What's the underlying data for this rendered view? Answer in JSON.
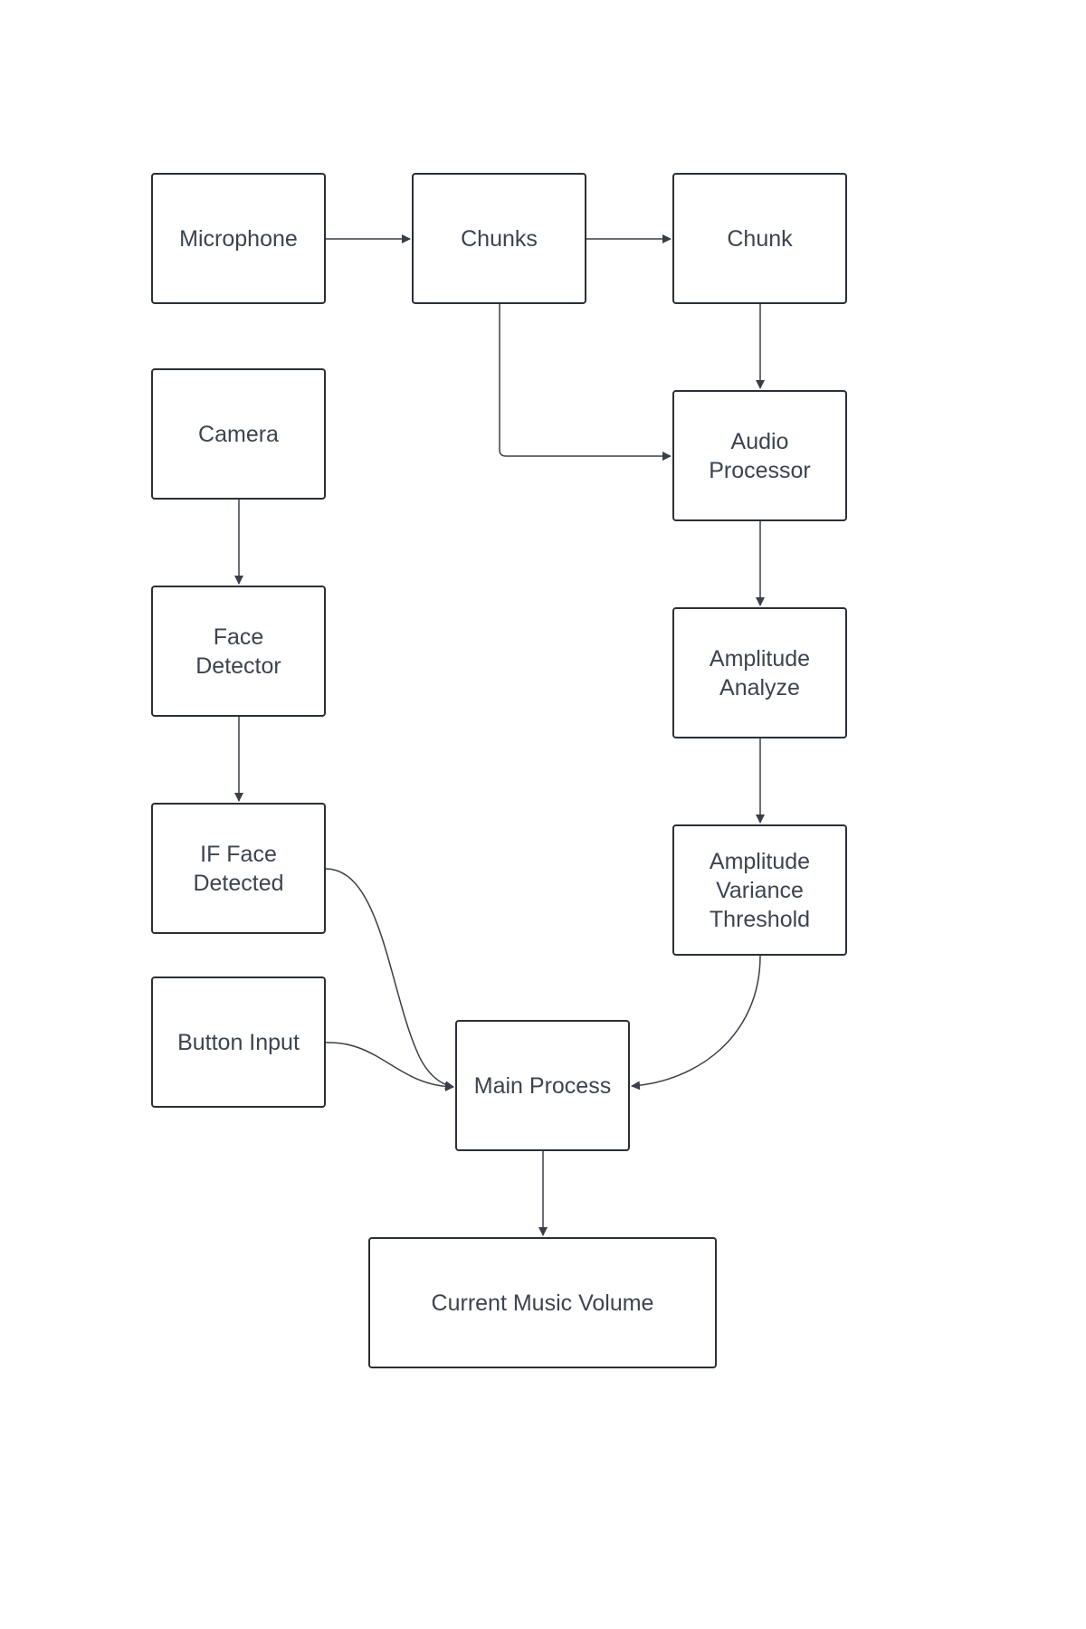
{
  "diagram": {
    "nodes": {
      "microphone": "Microphone",
      "chunks": "Chunks",
      "chunk": "Chunk",
      "camera": "Camera",
      "audio_processor": "Audio\nProcessor",
      "face_detector": "Face\nDetector",
      "amplitude_analyze": "Amplitude\nAnalyze",
      "if_face_detected": "IF Face\nDetected",
      "amplitude_variance_threshold": "Amplitude\nVariance\nThreshold",
      "button_input": "Button Input",
      "main_process": "Main Process",
      "current_music_volume": "Current Music Volume"
    },
    "edges": [
      {
        "from": "microphone",
        "to": "chunks"
      },
      {
        "from": "chunks",
        "to": "chunk"
      },
      {
        "from": "chunk",
        "to": "audio_processor"
      },
      {
        "from": "chunks",
        "to": "audio_processor"
      },
      {
        "from": "camera",
        "to": "face_detector"
      },
      {
        "from": "face_detector",
        "to": "if_face_detected"
      },
      {
        "from": "audio_processor",
        "to": "amplitude_analyze"
      },
      {
        "from": "amplitude_analyze",
        "to": "amplitude_variance_threshold"
      },
      {
        "from": "if_face_detected",
        "to": "main_process"
      },
      {
        "from": "button_input",
        "to": "main_process"
      },
      {
        "from": "amplitude_variance_threshold",
        "to": "main_process"
      },
      {
        "from": "main_process",
        "to": "current_music_volume"
      }
    ],
    "colors": {
      "stroke": "#2b2f36",
      "text": "#3d4450",
      "background": "#ffffff"
    }
  }
}
